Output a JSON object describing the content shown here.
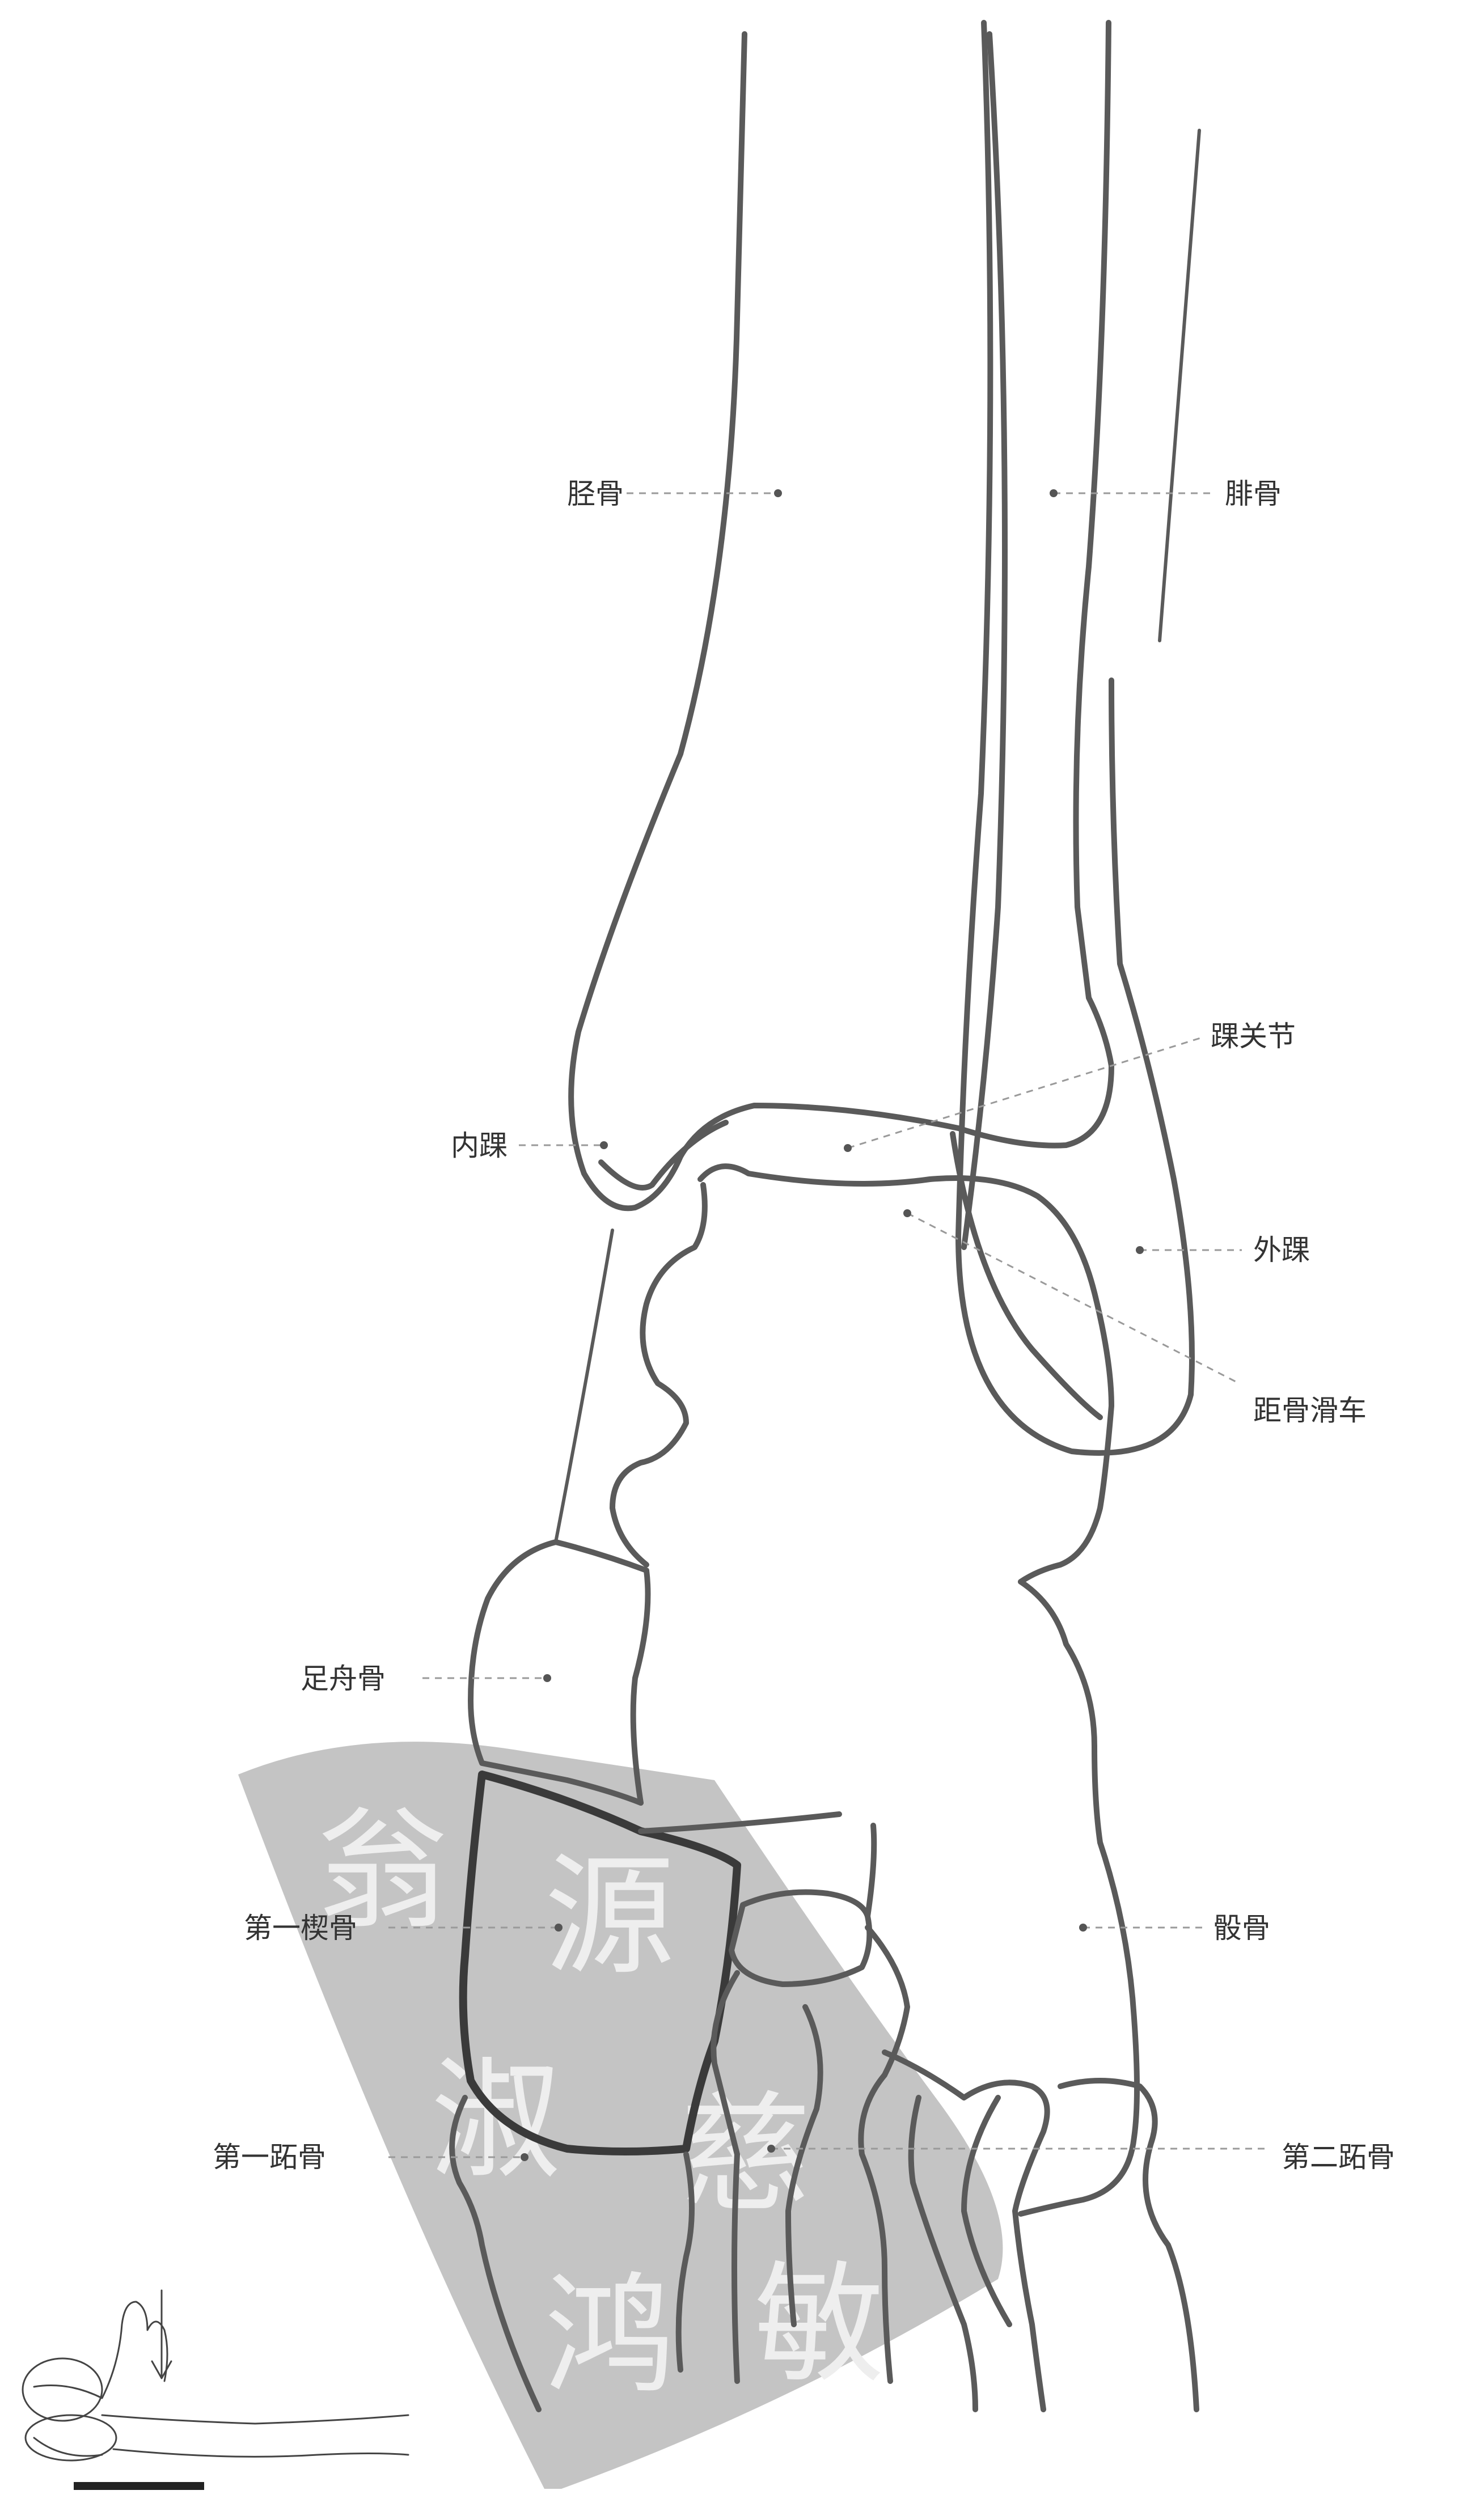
{
  "labels": {
    "tibia": "胫骨",
    "fibula": "腓骨",
    "ankle_joint": "踝关节",
    "medial_malleolus": "内踝",
    "lateral_malleolus": "外踝",
    "talar_trochlea": "距骨滑车",
    "navicular": "足舟骨",
    "medial_cuneiform": "第一楔骨",
    "cuboid": "骰骨",
    "first_metatarsal": "第一跖骨",
    "second_metatarsal": "第二跖骨"
  },
  "watermark": {
    "chars": [
      "翁",
      "源",
      "淑",
      "慈",
      "鸿",
      "敏"
    ]
  },
  "colors": {
    "outline": "#5a5a5a",
    "watermark": "#c4c4c4"
  }
}
